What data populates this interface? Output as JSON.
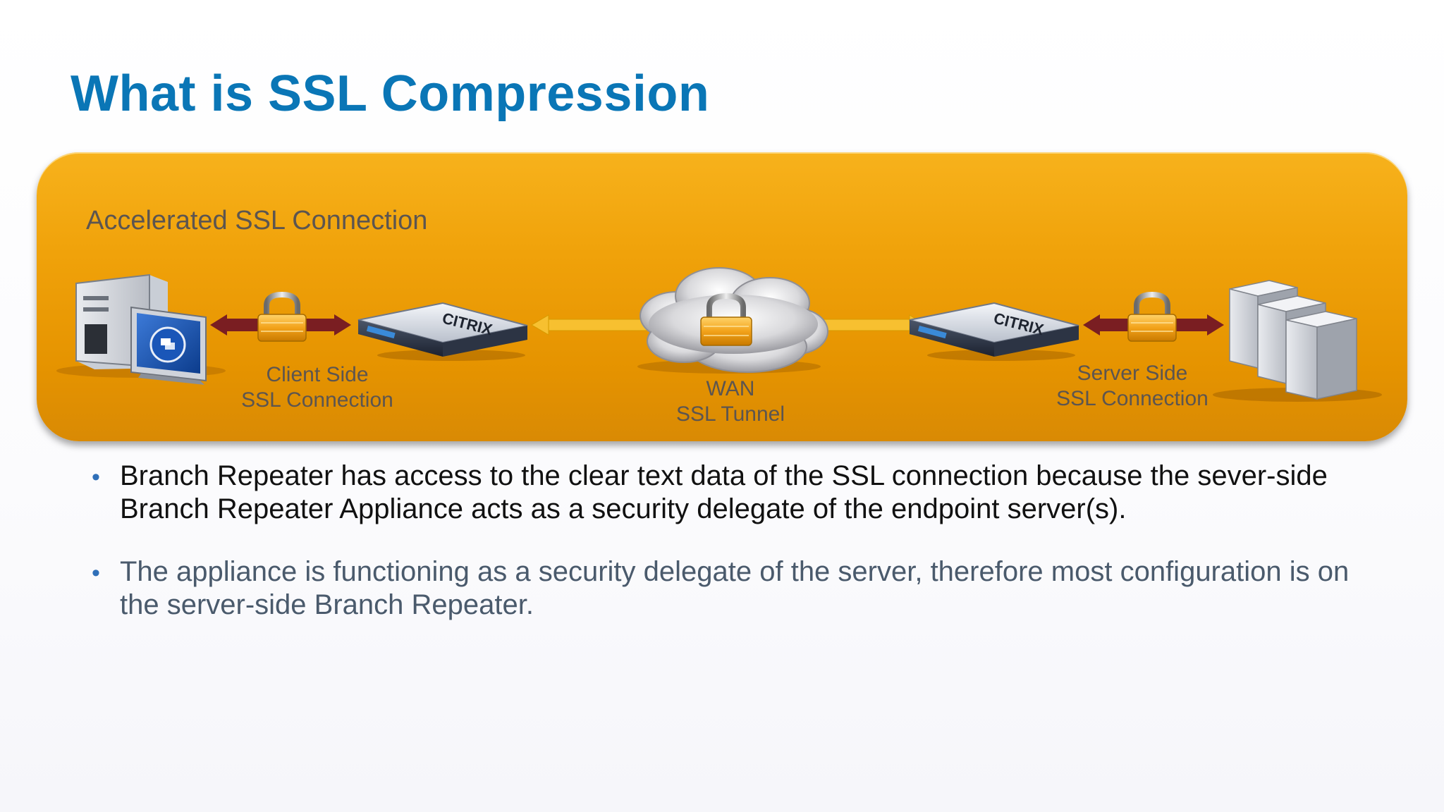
{
  "slide": {
    "title": "What is SSL Compression"
  },
  "diagram": {
    "banner_label": "Accelerated SSL Connection",
    "client_caption_line1": "Client Side",
    "client_caption_line2": "SSL Connection",
    "wan_caption_line1": "WAN",
    "wan_caption_line2": "SSL Tunnel",
    "server_caption_line1": "Server Side",
    "server_caption_line2": "SSL Connection",
    "appliance_brand": "CITRIX",
    "colors": {
      "banner": "#f0a20a",
      "client_server_arrow": "#7a1e22",
      "wan_arrow": "#f7c030",
      "lock_body": "#f2a21a"
    }
  },
  "bullets": [
    "Branch Repeater has access to the clear text data of the SSL connection because the sever-side Branch Repeater Appliance acts as a security delegate of the endpoint server(s).",
    "The appliance is functioning as a security delegate of the server, therefore most configuration is on the server-side Branch Repeater."
  ]
}
